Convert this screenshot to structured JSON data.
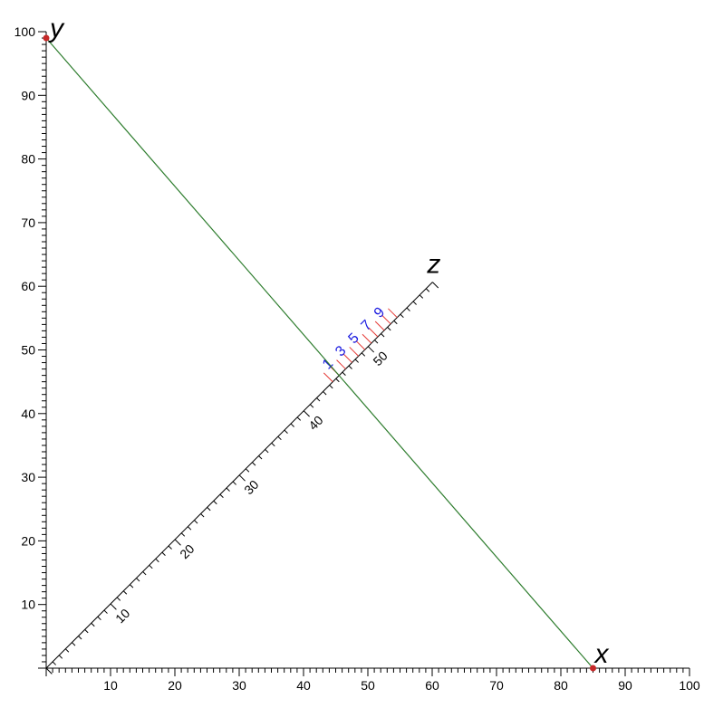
{
  "chart_data": {
    "type": "nomogram",
    "axes": {
      "x": {
        "label": "x",
        "range": [
          0,
          100
        ],
        "major_step": 10,
        "minor_step": 1,
        "tick_labels": [
          "10",
          "20",
          "30",
          "40",
          "50",
          "60",
          "70",
          "80",
          "90",
          "100"
        ]
      },
      "y": {
        "label": "y",
        "range": [
          0,
          100
        ],
        "major_step": 10,
        "minor_step": 1,
        "tick_labels": [
          "10",
          "20",
          "30",
          "40",
          "50",
          "60",
          "70",
          "80",
          "90",
          "100"
        ]
      },
      "z": {
        "label": "z",
        "range": [
          0,
          60
        ],
        "major_step": 10,
        "minor_step": 1,
        "tick_labels": [
          "10",
          "20",
          "30",
          "40",
          "50"
        ]
      }
    },
    "points": {
      "x_point": {
        "axis": "x",
        "value": 85
      },
      "y_point": {
        "axis": "y",
        "value": 99
      }
    },
    "isopleth": {
      "from": [
        85,
        0
      ],
      "to": [
        0,
        99
      ]
    },
    "z_sub_labels": [
      "1",
      "3",
      "5",
      "7",
      "9"
    ],
    "colors": {
      "isopleth": "#2e7d2e",
      "point": "#c62828",
      "sub_tick": "#e53935",
      "sub_label": "#1b1be0",
      "axis": "#000000"
    }
  }
}
